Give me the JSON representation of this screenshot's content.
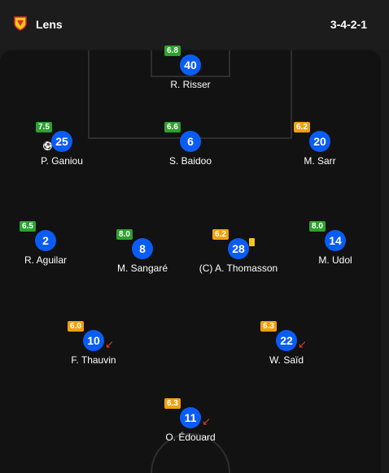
{
  "header": {
    "team_name": "Lens",
    "formation": "3-4-2-1",
    "logo_icon": "lens-crest-icon"
  },
  "colors": {
    "player_circle": "#0a5cf5",
    "rating_green": "#2ea12e",
    "rating_orange": "#f0a010",
    "sub_arrow": "#e53935",
    "yellow_card": "#f5c518"
  },
  "players": [
    {
      "id": "risser",
      "number": "40",
      "name": "R. Risser",
      "rating": "6.8",
      "rating_color": "green"
    },
    {
      "id": "ganiou",
      "number": "25",
      "name": "P. Ganiou",
      "rating": "7.5",
      "rating_color": "green",
      "goal": true
    },
    {
      "id": "baidoo",
      "number": "6",
      "name": "S. Baidoo",
      "rating": "6.6",
      "rating_color": "green"
    },
    {
      "id": "sarr",
      "number": "20",
      "name": "M. Sarr",
      "rating": "6.2",
      "rating_color": "orange"
    },
    {
      "id": "aguilar",
      "number": "2",
      "name": "R. Aguilar",
      "rating": "6.5",
      "rating_color": "green"
    },
    {
      "id": "sangare",
      "number": "8",
      "name": "M. Sangaré",
      "rating": "8.0",
      "rating_color": "green"
    },
    {
      "id": "thomasson",
      "number": "28",
      "name": "(C) A. Thomasson",
      "rating": "6.2",
      "rating_color": "orange",
      "yellow_card": true
    },
    {
      "id": "udol",
      "number": "14",
      "name": "M. Udol",
      "rating": "8.0",
      "rating_color": "green"
    },
    {
      "id": "thauvin",
      "number": "10",
      "name": "F. Thauvin",
      "rating": "6.0",
      "rating_color": "orange",
      "subbed_off": true
    },
    {
      "id": "said",
      "number": "22",
      "name": "W. Saïd",
      "rating": "6.3",
      "rating_color": "orange",
      "subbed_off": true
    },
    {
      "id": "edouard",
      "number": "11",
      "name": "O. Édouard",
      "rating": "6.3",
      "rating_color": "orange",
      "subbed_off": true
    }
  ]
}
